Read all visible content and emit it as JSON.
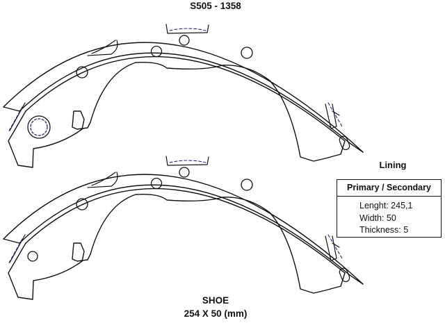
{
  "part_number": "S505 - 1358",
  "shoe_caption": {
    "title": "SHOE",
    "size": "254 X 50 (mm)"
  },
  "lining": {
    "title": "Lining",
    "header": "Primary / Secondary",
    "specs": [
      "Lenght: 245,1",
      "Width: 50",
      "Thickness: 5"
    ]
  },
  "colors": {
    "line": "#111111",
    "dash": "#2a2a7a",
    "background": "#ffffff"
  }
}
